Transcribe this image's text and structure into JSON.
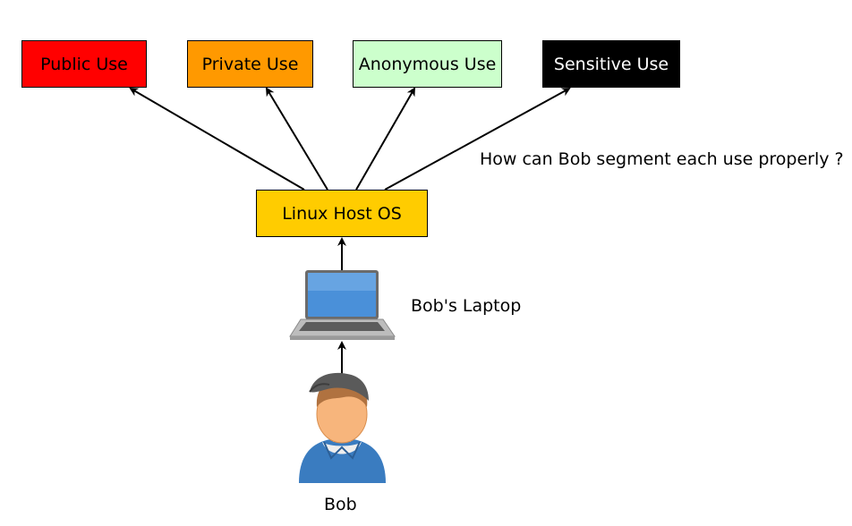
{
  "colors": {
    "public": "#ff0000",
    "private": "#ff9900",
    "anonymous": "#ccffcc",
    "sensitive": "#000000",
    "host": "#ffcc00",
    "text_dark": "#000000",
    "text_light": "#ffffff"
  },
  "uses": [
    {
      "label": "Public Use"
    },
    {
      "label": "Private Use"
    },
    {
      "label": "Anonymous Use"
    },
    {
      "label": "Sensitive Use"
    }
  ],
  "host": {
    "label": "Linux Host OS"
  },
  "question": "How can Bob segment each use properly ?",
  "laptop": {
    "label": "Bob's Laptop",
    "icon": "laptop-icon"
  },
  "person": {
    "label": "Bob",
    "icon": "user-avatar-icon"
  }
}
